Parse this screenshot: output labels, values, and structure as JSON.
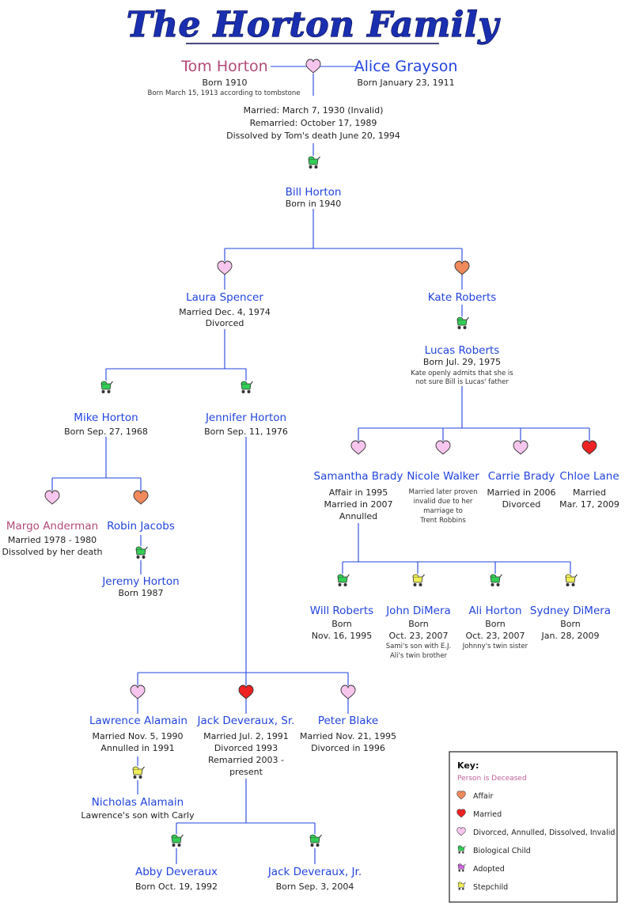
{
  "title": "The Horton Family",
  "colors": {
    "line": "#2244dd",
    "name": "#2244dd",
    "deceased": "#b24a78",
    "affair": "#f08a5d",
    "married": "#ee2222",
    "divorced": "#f7c6ee",
    "biological": "#33cc55",
    "adopted": "#cc66dd",
    "stepchild": "#eeee55"
  },
  "couple": {
    "tom": {
      "name": "Tom Horton",
      "lines": [
        "Born 1910"
      ],
      "note": "Born March 15, 1913 according to tombstone"
    },
    "alice": {
      "name": "Alice Grayson",
      "lines": [
        "Born January 23, 1911"
      ]
    },
    "marriage": [
      "Married: March 7, 1930 (Invalid)",
      "Remarried: October 17, 1989",
      "Dissolved by Tom's death June 20, 1994"
    ]
  },
  "bill": {
    "name": "Bill Horton",
    "lines": [
      "Born in 1940"
    ]
  },
  "laura": {
    "name": "Laura Spencer",
    "lines": [
      "Married Dec. 4, 1974",
      "Divorced"
    ]
  },
  "kate": {
    "name": "Kate Roberts"
  },
  "lucas": {
    "name": "Lucas Roberts",
    "lines": [
      "Born Jul. 29, 1975"
    ],
    "notes": [
      "Kate openly admits that she is",
      "not sure Bill is Lucas' father"
    ]
  },
  "mike": {
    "name": "Mike Horton",
    "lines": [
      "Born Sep. 27, 1968"
    ]
  },
  "jennifer": {
    "name": "Jennifer Horton",
    "lines": [
      "Born Sep. 11, 1976"
    ]
  },
  "margo": {
    "name": "Margo Anderman",
    "lines": [
      "Married 1978 - 1980",
      "Dissolved by her death"
    ]
  },
  "robin": {
    "name": "Robin Jacobs"
  },
  "jeremy": {
    "name": "Jeremy Horton",
    "lines": [
      "Born 1987"
    ]
  },
  "samantha": {
    "name": "Samantha Brady",
    "lines": [
      "Affair in 1995",
      "Married in 2007",
      "Annulled"
    ]
  },
  "nicole": {
    "name": "Nicole Walker",
    "notes": [
      "Married later proven",
      "invalid due to her",
      "marriage to",
      "Trent Robbins"
    ]
  },
  "carrie": {
    "name": "Carrie Brady",
    "lines": [
      "Married in 2006",
      "Divorced"
    ]
  },
  "chloe": {
    "name": "Chloe Lane",
    "lines": [
      "Married",
      "Mar. 17, 2009"
    ]
  },
  "will": {
    "name": "Will Roberts",
    "lines": [
      "Born",
      "Nov. 16, 1995"
    ]
  },
  "john": {
    "name": "John DiMera",
    "lines": [
      "Born",
      "Oct. 23, 2007"
    ],
    "notes": [
      "Sami's son with E.J.",
      "Ali's twin brother"
    ]
  },
  "ali": {
    "name": "Ali Horton",
    "lines": [
      "Born",
      "Oct. 23, 2007"
    ],
    "notes": [
      "Johnny's twin sister"
    ]
  },
  "sydney": {
    "name": "Sydney DiMera",
    "lines": [
      "Born",
      "Jan. 28, 2009"
    ]
  },
  "lawrence": {
    "name": "Lawrence Alamain",
    "lines": [
      "Married Nov. 5, 1990",
      "Annulled in 1991"
    ]
  },
  "jack": {
    "name": "Jack Deveraux, Sr.",
    "lines": [
      "Married Jul. 2, 1991",
      "Divorced 1993",
      "Remarried 2003 -",
      "present"
    ]
  },
  "peter": {
    "name": "Peter Blake",
    "lines": [
      "Married Nov. 21, 1995",
      "Divorced in 1996"
    ]
  },
  "nicholas": {
    "name": "Nicholas Alamain",
    "lines": [
      "Lawrence's son with Carly"
    ]
  },
  "abby": {
    "name": "Abby Deveraux",
    "lines": [
      "Born Oct. 19, 1992"
    ]
  },
  "jackjr": {
    "name": "Jack Deveraux, Jr.",
    "lines": [
      "Born Sep. 3, 2004"
    ]
  },
  "key": {
    "title": "Key:",
    "deceased": "Person is Deceased",
    "items": [
      {
        "icon": "affair",
        "label": "Affair"
      },
      {
        "icon": "married",
        "label": "Married"
      },
      {
        "icon": "divorced",
        "label": "Divorced, Annulled, Dissolved, Invalid"
      },
      {
        "icon": "biological",
        "label": "Biological Child"
      },
      {
        "icon": "adopted",
        "label": "Adopted"
      },
      {
        "icon": "stepchild",
        "label": "Stepchild"
      }
    ]
  }
}
